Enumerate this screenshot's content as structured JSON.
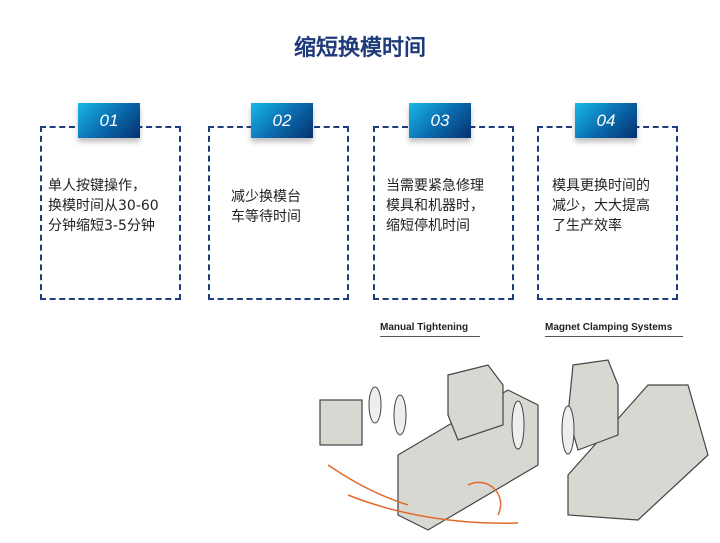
{
  "title": "缩短换模时间",
  "cards": [
    {
      "num": "01",
      "text": "单人按键操作，\n换模时间从30-60\n分钟缩短3-5分钟"
    },
    {
      "num": "02",
      "text": "减少换模台\n车等待时间"
    },
    {
      "num": "03",
      "text": "当需要紧急修理\n模具和机器时，\n缩短停机时间"
    },
    {
      "num": "04",
      "text": "模具更换时间的\n减少，大大提高\n了生产效率"
    }
  ],
  "illustration": {
    "left_label": "Manual Tightening",
    "right_label": "Magnet Clamping Systems"
  }
}
